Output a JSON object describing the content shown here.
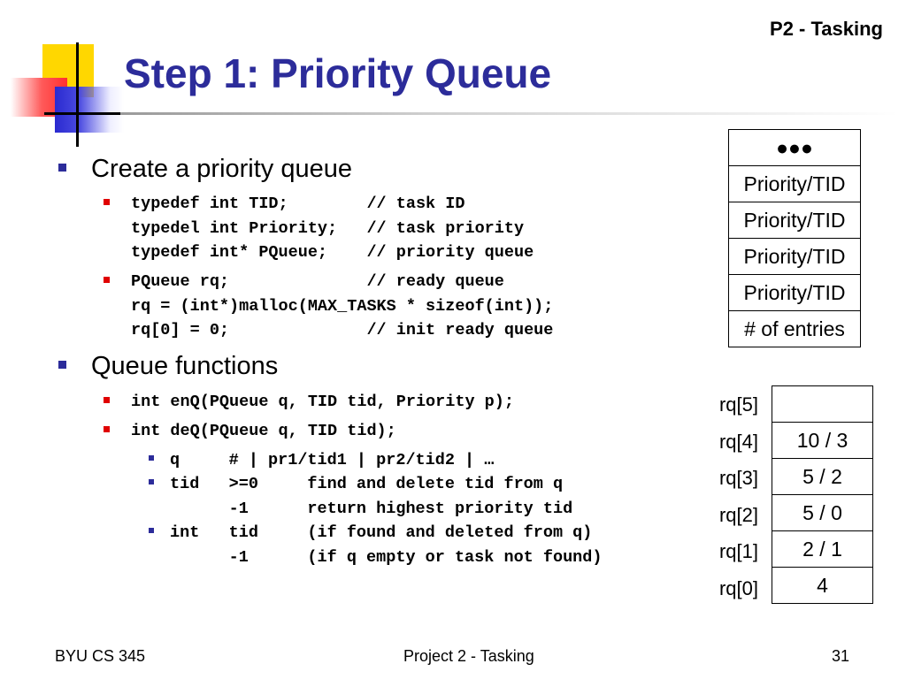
{
  "header": {
    "corner_label": "P2 - Tasking",
    "title": "Step 1: Priority Queue"
  },
  "bullets": {
    "b1": {
      "text": "Create a priority queue"
    },
    "b1_sub1": {
      "lines": [
        "typedef int TID;        // task ID",
        "typedel int Priority;   // task priority",
        "typedef int* PQueue;    // priority queue"
      ]
    },
    "b1_sub2": {
      "lines": [
        "PQueue rq;              // ready queue",
        "rq = (int*)malloc(MAX_TASKS * sizeof(int));",
        "rq[0] = 0;              // init ready queue"
      ]
    },
    "b2": {
      "text": "Queue functions"
    },
    "b2_sub1": {
      "text": "int enQ(PQueue q, TID tid, Priority p);"
    },
    "b2_sub2": {
      "text": "int deQ(PQueue q, TID tid);"
    },
    "b2_sub2_sub1": {
      "text": "q     # | pr1/tid1 | pr2/tid2 | …"
    },
    "b2_sub2_sub2": {
      "lines": [
        "tid   >=0     find and delete tid from q",
        "      -1      return highest priority tid"
      ]
    },
    "b2_sub2_sub3": {
      "lines": [
        "int   tid     (if found and deleted from q)",
        "      -1      (if q empty or task not found)"
      ]
    }
  },
  "queue_diagram": {
    "cells": [
      "●●●",
      "Priority/TID",
      "Priority/TID",
      "Priority/TID",
      "Priority/TID",
      "# of entries"
    ]
  },
  "rq_table": {
    "rows": [
      {
        "label": "rq[5]",
        "value": ""
      },
      {
        "label": "rq[4]",
        "value": "10 / 3"
      },
      {
        "label": "rq[3]",
        "value": "5 / 2"
      },
      {
        "label": "rq[2]",
        "value": "5 / 0"
      },
      {
        "label": "rq[1]",
        "value": "2 / 1"
      },
      {
        "label": "rq[0]",
        "value": "4"
      }
    ]
  },
  "footer": {
    "left": "BYU CS 345",
    "center": "Project 2 - Tasking",
    "page": "31"
  },
  "colors": {
    "title": "#2c2c9a",
    "bullet_red": "#e00000",
    "logo_yellow": "#ffd700",
    "logo_red": "#ff3030",
    "logo_blue": "#2a2ad0"
  }
}
